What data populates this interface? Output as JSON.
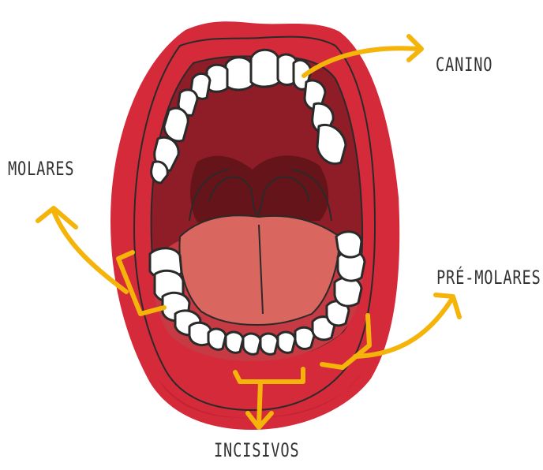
{
  "labels": {
    "canino": "CANINO",
    "molares": "MOLARES",
    "premolares": "PRÉ-MOLARES",
    "incisivos": "INCISIVOS"
  },
  "colors": {
    "lips": "#d42a3a",
    "lip_shadow": "#b51f2f",
    "mouth_interior": "#8e1d27",
    "throat": "#5e1319",
    "tongue": "#d9665f",
    "gum": "#c63a44",
    "teeth": "#ffffff",
    "outline": "#2a2a2a",
    "arrow": "#f5b40a",
    "text": "#333333"
  }
}
